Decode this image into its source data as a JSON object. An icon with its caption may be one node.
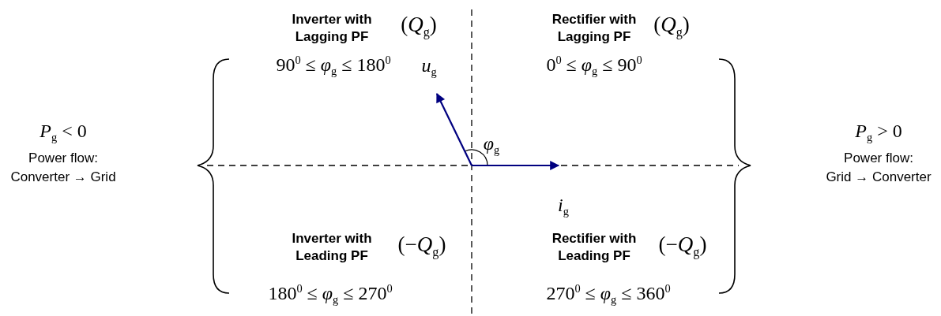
{
  "diagram": {
    "labels": [
      "Inverter with Lagging PF",
      "(*Q*$_{g}$)",
      "Rectifier with Lagging PF",
      "(*Q*$_{g}$)",
      "90$^{0}$ ≤ *φ*$_{g}$ ≤ 180$^{0}$",
      "*u*$_{g}$",
      "0$^{0}$ ≤ *φ*$_{g}$ ≤ 90$^{0}$",
      "*P*$_{g}$ < 0",
      "*P*$_{g}$ > 0",
      "*φ*$_{g}$",
      "Power flow:",
      "Power flow:",
      "Converter → Grid",
      "Grid → Converter",
      "*i*$_{g}$",
      "Inverter with Leading PF",
      "(−*Q*$_{g}$)",
      "Rectifier with Leading PF",
      "(−*Q*$_{g}$)",
      "180$^{0}$ ≤ *φ*$_{g}$ ≤ 270$^{0}$",
      "270$^{0}$ ≤ *φ*$_{g}$ ≤ 360$^{0}$"
    ]
  }
}
